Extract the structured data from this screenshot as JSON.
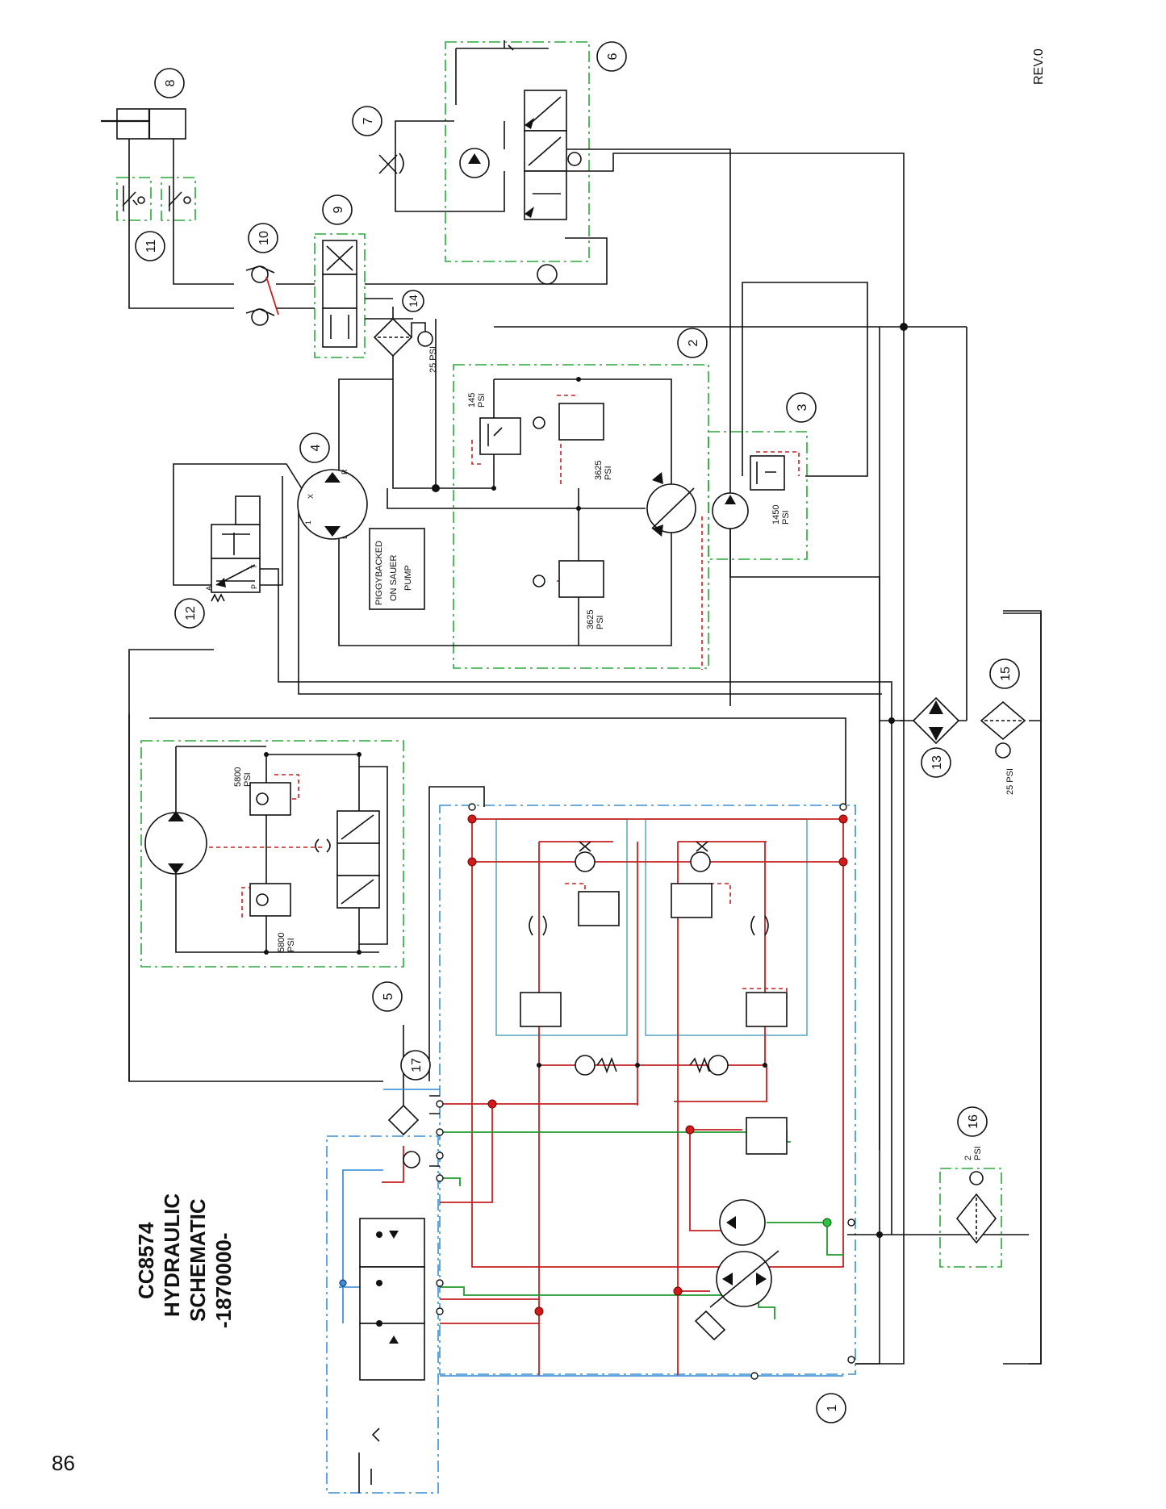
{
  "title": [
    "CC8574",
    "HYDRAULIC",
    "SCHEMATIC",
    "-1870000-"
  ],
  "revision": "REV.0",
  "page_number": "86",
  "callouts": [
    "1",
    "2",
    "3",
    "4",
    "5",
    "6",
    "7",
    "8",
    "9",
    "10",
    "11",
    "12",
    "13",
    "14",
    "15",
    "16",
    "17"
  ],
  "pressure_labels": {
    "p145": [
      "145",
      "PSI"
    ],
    "p3625a": [
      "3625",
      "PSI"
    ],
    "p3625b": [
      "3625",
      "PSI"
    ],
    "p1450": [
      "1450",
      "PSI"
    ],
    "p25a": "25 PSI",
    "p25b": "25 PSI",
    "p5800a": [
      "5800",
      "PSI"
    ],
    "p5800b": [
      "5800",
      "PSI"
    ],
    "p2": [
      "2",
      "PSI"
    ]
  },
  "piggyback_note": [
    "PIGGYBACKED",
    "ON SAUER",
    "PUMP"
  ],
  "port_labels": {
    "a": "A",
    "p": "P",
    "t": "T",
    "x": "X",
    "r": "R",
    "l": "L",
    "one": "1"
  },
  "colors": {
    "line": "#111111",
    "pilot_red": "#c62020",
    "case_green": "#1f9a2e",
    "box_green": "#2aa83a",
    "box_blue": "#3b8fd6"
  }
}
